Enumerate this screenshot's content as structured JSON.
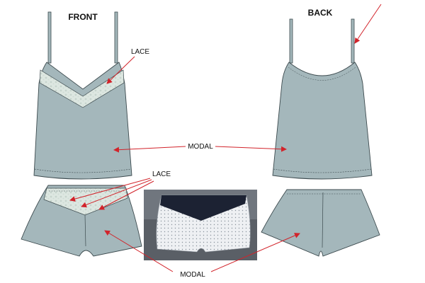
{
  "labels": {
    "front": "FRONT",
    "back": "BACK",
    "lace_top": "LACE",
    "lace_shorts": "LACE",
    "modal_top": "MODAL",
    "modal_shorts": "MODAL"
  },
  "colors": {
    "fabric": "#a4b7bb",
    "lace": "#dde7e1",
    "outline": "#3c4a4e",
    "arrow": "#d2232a",
    "photo_bg": "#5a5f66",
    "photo_fabric": "#eef0f3",
    "photo_lace": "#1c2233"
  }
}
